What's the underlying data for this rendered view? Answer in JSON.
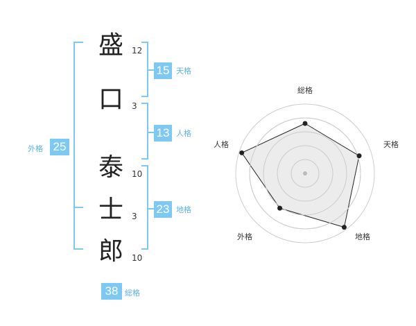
{
  "name": {
    "chars": [
      "盛",
      "口",
      "泰",
      "士",
      "郎"
    ],
    "strokes": [
      "12",
      "3",
      "10",
      "3",
      "10"
    ]
  },
  "scores": {
    "tenkaku": {
      "label": "天格",
      "value": "15"
    },
    "jinkaku": {
      "label": "人格",
      "value": "13"
    },
    "chikaku": {
      "label": "地格",
      "value": "23"
    },
    "gaikaku": {
      "label": "外格",
      "value": "25"
    },
    "soukaku": {
      "label": "総格",
      "value": "38"
    }
  },
  "radar": {
    "axes": [
      "総格",
      "天格",
      "地格",
      "外格",
      "人格"
    ],
    "levels": 5,
    "values": [
      0.72,
      0.82,
      0.96,
      0.62,
      0.96
    ]
  },
  "colors": {
    "accent": "#7ec8f4",
    "accent_text": "#5bb3e8",
    "radar_fill": "#e9e9e9",
    "radar_grid": "#cccccc",
    "radar_line": "#222222"
  }
}
